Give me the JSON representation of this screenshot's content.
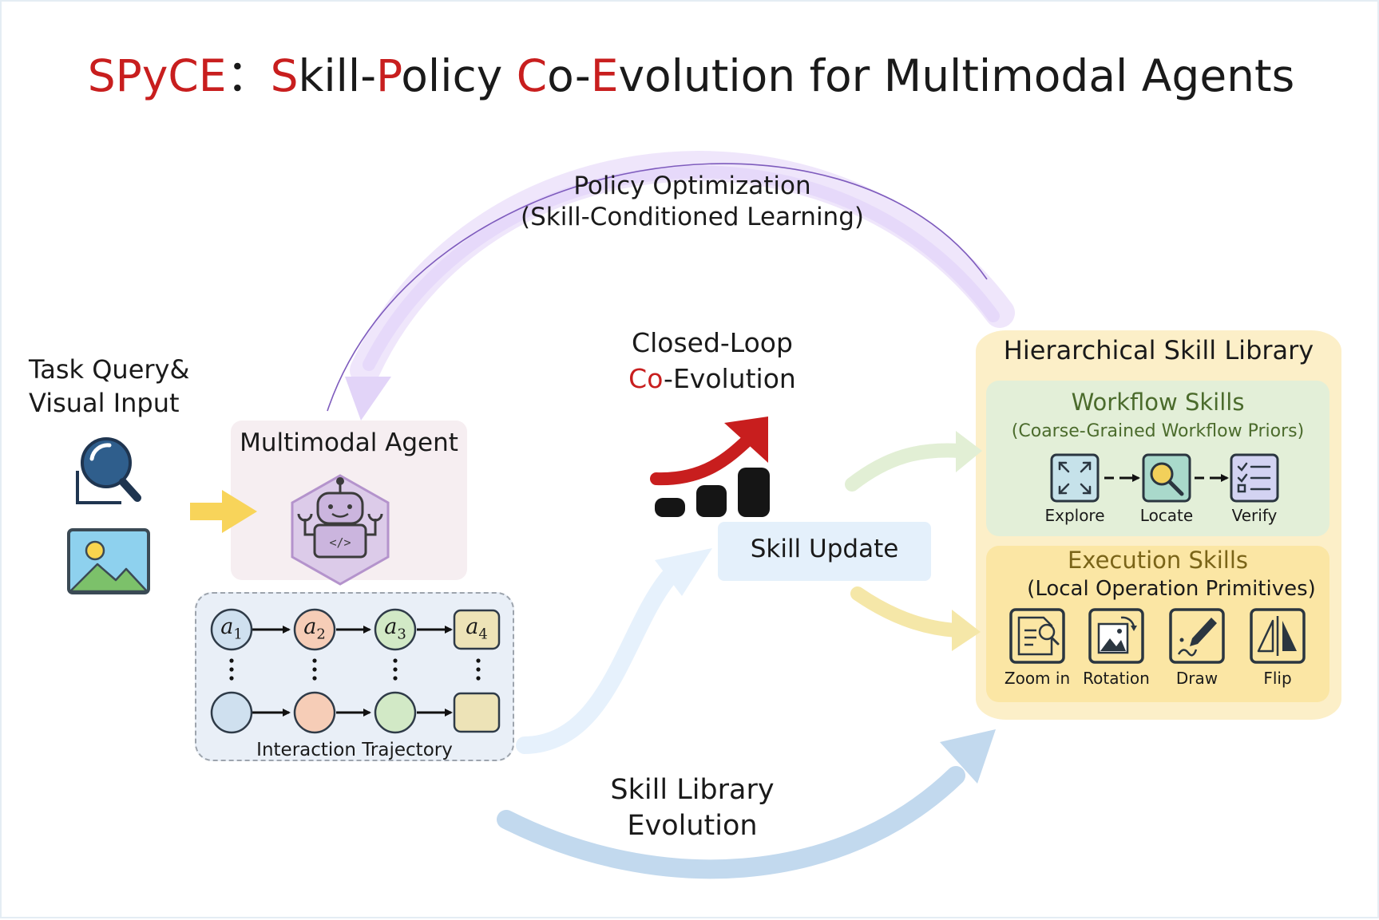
{
  "title": {
    "acronym": "SPyCE",
    "separator": "：",
    "parts": [
      {
        "initial": "S",
        "rest": "kill-"
      },
      {
        "initial": "P",
        "rest": "olicy "
      },
      {
        "initial": "C",
        "rest": "o-"
      },
      {
        "initial": "E",
        "rest": "volution for Multimodal Agents"
      }
    ]
  },
  "input": {
    "line1": "Task Query&",
    "line2": "Visual Input",
    "search_icon": "search-icon",
    "image_icon": "image-icon"
  },
  "agent": {
    "label": "Multimodal Agent",
    "icon": "robot-icon"
  },
  "trajectory": {
    "label": "Interaction Trajectory",
    "nodes": [
      {
        "base": "a",
        "sub": "1",
        "color": "#cfe0ef"
      },
      {
        "base": "a",
        "sub": "2",
        "color": "#f6cdb7"
      },
      {
        "base": "a",
        "sub": "3",
        "color": "#d2e9c6"
      },
      {
        "base": "a",
        "sub": "4",
        "color": "#ede3b7"
      }
    ]
  },
  "policy_optimization": {
    "line1": "Policy Optimization",
    "line2": "(Skill-Conditioned Learning)"
  },
  "closed_loop": {
    "line1": "Closed-Loop",
    "line2_red": "Co",
    "line2_rest": "-Evolution",
    "icon": "growth-chart-icon"
  },
  "skill_update": {
    "label": "Skill Update"
  },
  "library_evolution": {
    "line1": "Skill Library",
    "line2": "Evolution"
  },
  "library": {
    "title": "Hierarchical Skill Library",
    "workflow": {
      "title": "Workflow Skills",
      "subtitle": "(Coarse-Grained Workflow Priors)",
      "items": [
        {
          "label": "Explore",
          "icon": "expand-arrows-icon"
        },
        {
          "label": "Locate",
          "icon": "magnifier-icon"
        },
        {
          "label": "Verify",
          "icon": "checklist-icon"
        }
      ]
    },
    "execution": {
      "title": "Execution Skills",
      "subtitle": "(Local Operation Primitives)",
      "items": [
        {
          "label": "Zoom in",
          "icon": "zoom-document-icon"
        },
        {
          "label": "Rotation",
          "icon": "rotate-image-icon"
        },
        {
          "label": "Draw",
          "icon": "pen-draw-icon"
        },
        {
          "label": "Flip",
          "icon": "flip-icon"
        }
      ]
    }
  },
  "colors": {
    "accent_red": "#c81e1e",
    "workflow_text": "#4b6b2c",
    "execution_text": "#7a6418",
    "library_fill": "#fcefc8",
    "workflow_fill": "#e3efd8",
    "execution_fill": "#fbe6a4"
  }
}
